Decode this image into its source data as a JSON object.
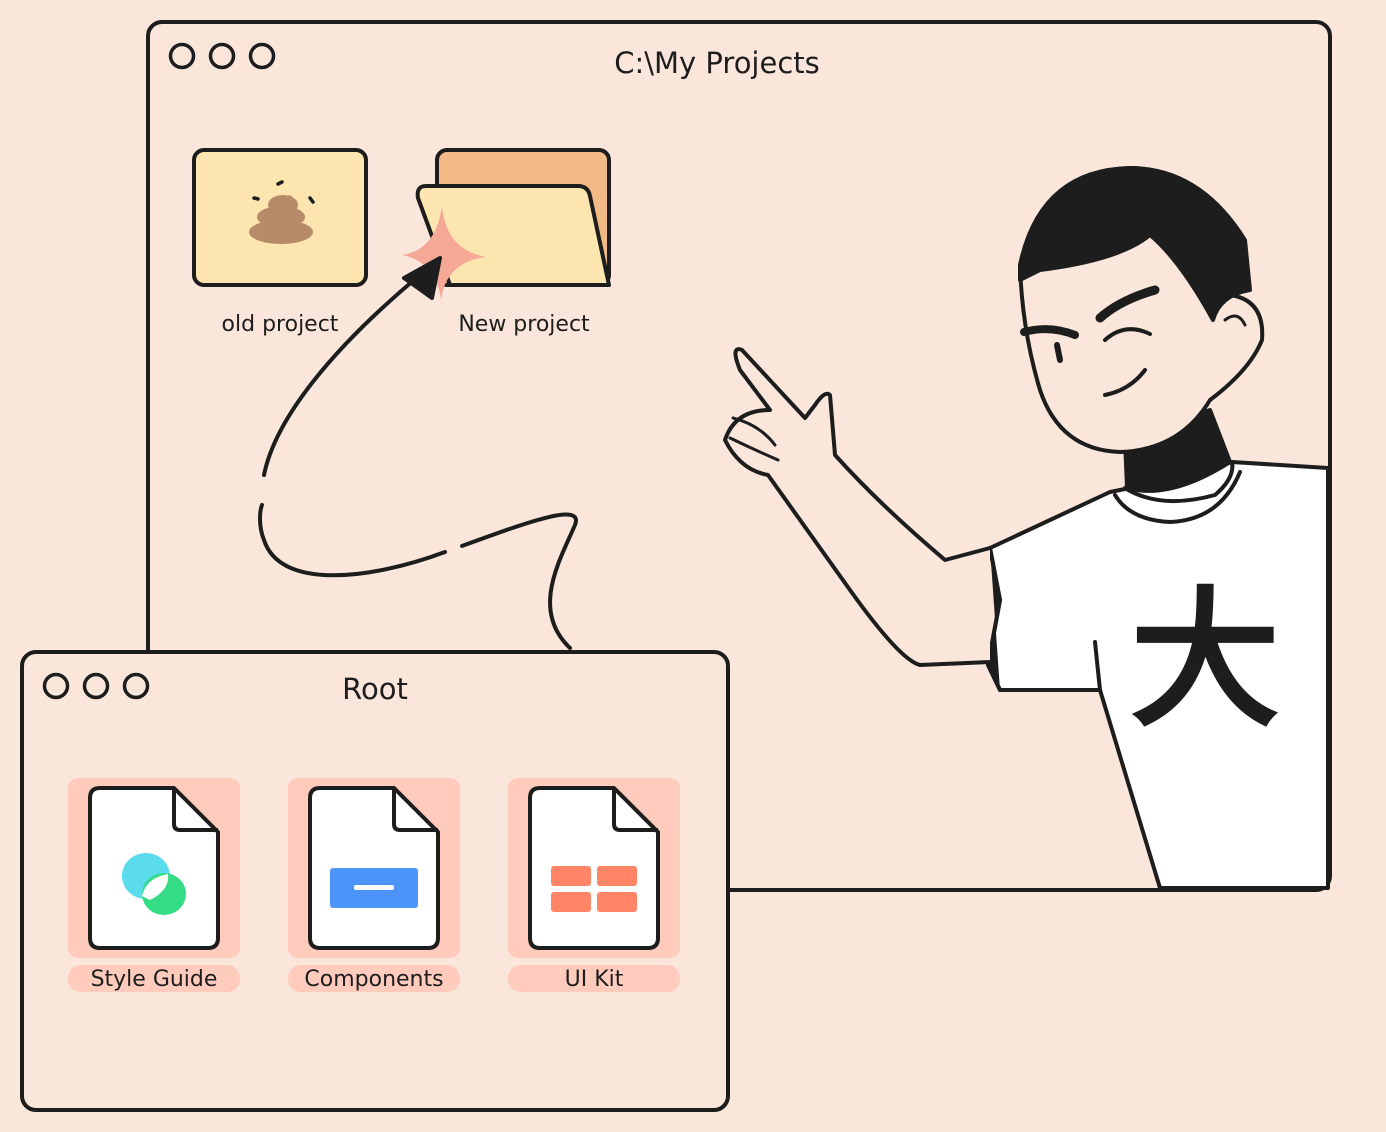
{
  "back_window": {
    "title": "C:\\My Projects",
    "items": [
      {
        "label": "old project",
        "icon": "poop-folder-icon"
      },
      {
        "label": "New project",
        "icon": "open-folder-icon"
      }
    ]
  },
  "front_window": {
    "title": "Root",
    "items": [
      {
        "label": "Style Guide",
        "icon": "overlapping-circles-icon"
      },
      {
        "label": "Components",
        "icon": "button-icon"
      },
      {
        "label": "UI Kit",
        "icon": "grid-icon"
      }
    ]
  },
  "character": {
    "shirt_glyph": "大"
  },
  "colors": {
    "background": "#FAE6DA",
    "outline": "#1d1d1d",
    "tile_bg": "#FFCBBD",
    "folder_light": "#FCE5AE",
    "folder_dark": "#F2BB86",
    "sparkle": "#F6A897",
    "cyan": "#5ADCEE",
    "green": "#33DC85",
    "blue": "#4C94FA",
    "coral": "#FF8566"
  }
}
